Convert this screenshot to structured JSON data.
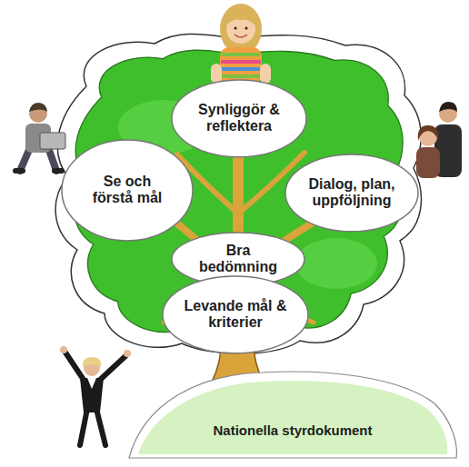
{
  "diagram": {
    "nodes": [
      {
        "text": [
          "Synliggör & reflektera"
        ]
      },
      {
        "text": [
          "Se och förstå mål"
        ]
      },
      {
        "text": [
          "Dialog, plan, uppföljning"
        ]
      },
      {
        "text": [
          "Bra bedömning"
        ]
      },
      {
        "text": [
          "Levande mål & kriterier"
        ]
      },
      {
        "text": [
          "Nationella styrdokument"
        ]
      }
    ]
  }
}
